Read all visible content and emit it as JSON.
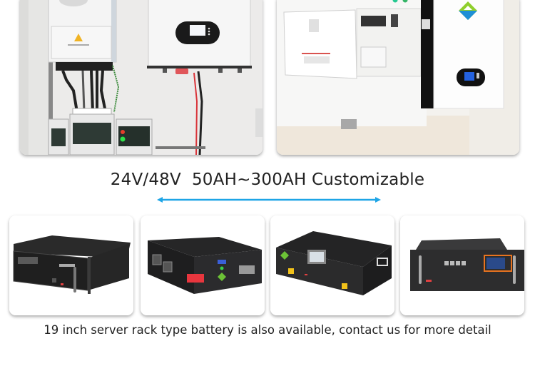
{
  "photos_top": [
    {
      "name": "inverter-installation-photo",
      "description": "Wall-mounted solar inverter with breaker boxes and wall battery"
    },
    {
      "name": "wall-battery-photo",
      "description": "White wall-mounted battery pack beside open electrical panel"
    }
  ],
  "headline": {
    "text": "24V/48V  50AH~300AH Customizable"
  },
  "arrow": {
    "icon": "double-arrow-icon",
    "color": "#1ea5e6"
  },
  "photos_bottom": [
    {
      "name": "rack-battery-1-photo",
      "description": "Black 19-inch rack battery with handles"
    },
    {
      "name": "box-battery-2-photo",
      "description": "Black cabinet battery with red P+ terminal and LCD"
    },
    {
      "name": "box-battery-3-photo",
      "description": "Black box battery with yellow terminals and LCD display"
    },
    {
      "name": "rack-battery-4-photo",
      "description": "Rack-mount battery with orange framed LCD"
    }
  ],
  "footnote": {
    "text": "19 inch server rack type battery is also available, contact us for more detail"
  },
  "colors": {
    "accent": "#1ea5e6",
    "text": "#222222",
    "battery_body": "#2b2b2d",
    "red_terminal": "#e8363e",
    "yellow_terminal": "#f2c21a",
    "orange_frame": "#e8731f",
    "lcd_blue": "#3a5fd8"
  }
}
